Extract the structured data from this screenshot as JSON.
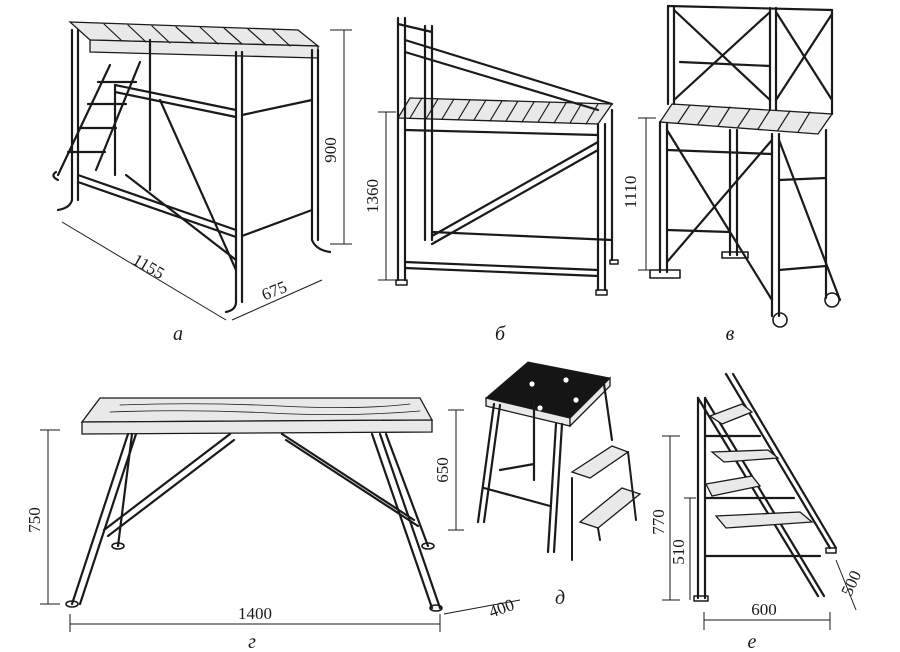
{
  "figures": [
    {
      "id": "a",
      "caption": "а",
      "dimensions": [
        "1155",
        "675",
        "900"
      ]
    },
    {
      "id": "b",
      "caption": "б",
      "dimensions": [
        "1360"
      ]
    },
    {
      "id": "v",
      "caption": "в",
      "dimensions": [
        "1110"
      ]
    },
    {
      "id": "g",
      "caption": "г",
      "dimensions": [
        "750",
        "1400",
        "400"
      ]
    },
    {
      "id": "d",
      "caption": "д",
      "dimensions": [
        "650"
      ]
    },
    {
      "id": "e",
      "caption": "е",
      "dimensions": [
        "770",
        "510",
        "600",
        "500"
      ]
    }
  ]
}
